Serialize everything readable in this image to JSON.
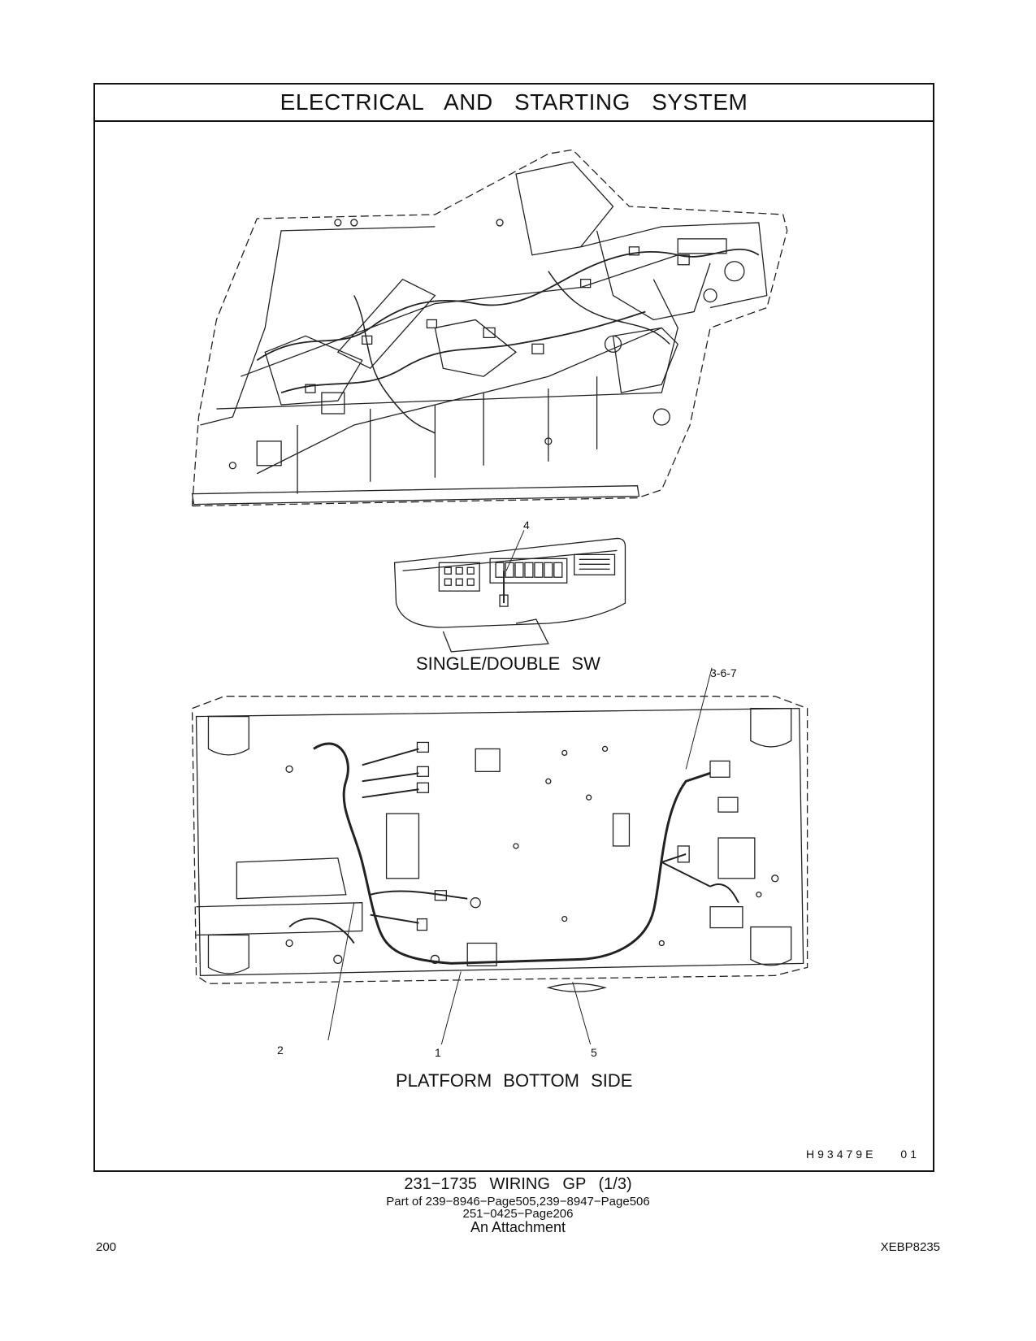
{
  "header": {
    "title": "ELECTRICAL AND STARTING SYSTEM"
  },
  "views": {
    "upper": {
      "name": ""
    },
    "switch_panel": {
      "label": "SINGLE/DOUBLE SW"
    },
    "platform": {
      "label": "PLATFORM BOTTOM SIDE"
    }
  },
  "callouts": {
    "c4": "4",
    "c367": "3-6-7",
    "c2": "2",
    "c1": "1",
    "c5": "5"
  },
  "figure_code": {
    "id": "H93479E",
    "rev": "01"
  },
  "caption": {
    "title": "231−1735   WIRING  GP (1/3)",
    "line1": "Part of 239−8946−Page505,239−8947−Page506",
    "line2": "251−0425−Page206",
    "line3": "An Attachment"
  },
  "footer": {
    "page_number": "200",
    "doc_code": "XEBP8235"
  }
}
